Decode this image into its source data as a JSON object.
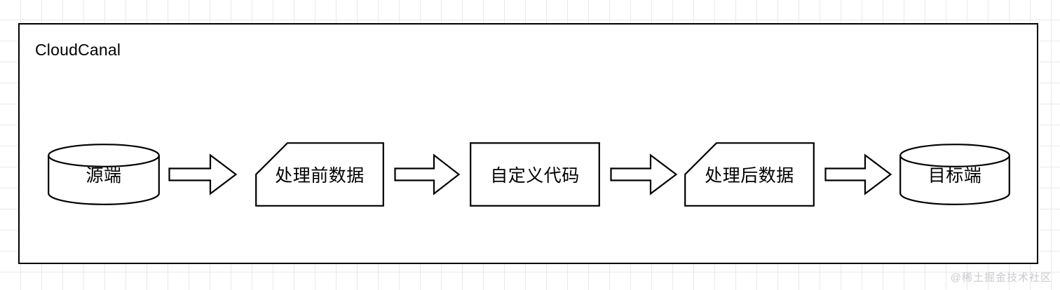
{
  "diagram": {
    "container": {
      "title": "CloudCanal"
    },
    "flow": {
      "nodes": [
        {
          "id": "source",
          "shape": "cylinder",
          "label": "源端"
        },
        {
          "id": "pre-data",
          "shape": "card",
          "label": "处理前数据"
        },
        {
          "id": "custom-code",
          "shape": "rectangle",
          "label": "自定义代码"
        },
        {
          "id": "post-data",
          "shape": "card",
          "label": "处理后数据"
        },
        {
          "id": "target",
          "shape": "cylinder",
          "label": "目标端"
        }
      ],
      "connectors": [
        {
          "id": "arrow-1",
          "icon": "right-arrow-icon",
          "from": "source",
          "to": "pre-data"
        },
        {
          "id": "arrow-2",
          "icon": "right-arrow-icon",
          "from": "pre-data",
          "to": "custom-code"
        },
        {
          "id": "arrow-3",
          "icon": "right-arrow-icon",
          "from": "custom-code",
          "to": "post-data"
        },
        {
          "id": "arrow-4",
          "icon": "right-arrow-icon",
          "from": "post-data",
          "to": "target"
        }
      ]
    },
    "watermark": "@稀土掘金技术社区",
    "colors": {
      "stroke": "#000000",
      "fill": "#ffffff",
      "grid": "#e9e9e9",
      "watermark": "#c9c9cf"
    }
  }
}
